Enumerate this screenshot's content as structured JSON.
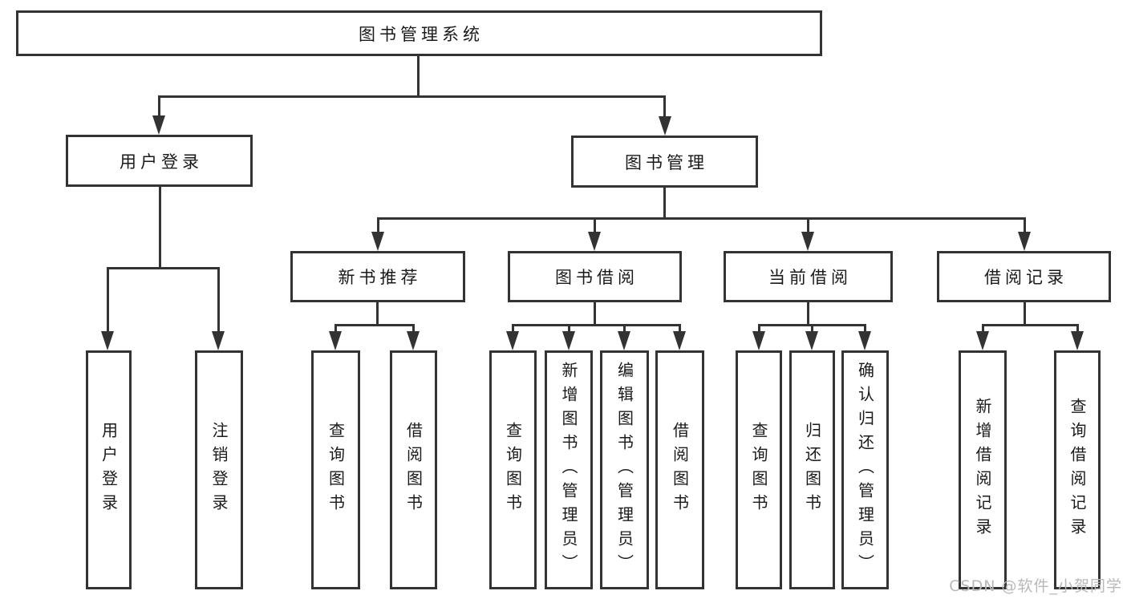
{
  "diagram": {
    "root": {
      "label": "图书管理系统"
    },
    "level2": [
      {
        "label": "用户登录"
      },
      {
        "label": "图书管理"
      }
    ],
    "level3": [
      {
        "label": "新书推荐"
      },
      {
        "label": "图书借阅"
      },
      {
        "label": "当前借阅"
      },
      {
        "label": "借阅记录"
      }
    ],
    "leaves": {
      "user_login": [
        "用户登录",
        "注销登录"
      ],
      "new_book": [
        "查询图书",
        "借阅图书"
      ],
      "borrow": [
        "查询图书",
        "新增图书（管理员）",
        "编辑图书（管理员）",
        "借阅图书"
      ],
      "current": [
        "查询图书",
        "归还图书",
        "确认归还（管理员）"
      ],
      "records": [
        "新增借阅记录",
        "查询借阅记录"
      ]
    },
    "watermark": "CSDN @软件_小贺同学",
    "colors": {
      "line": "#333333",
      "text": "#1a1a1a",
      "box_background": "#ffffff",
      "watermark": "#b9b9b9",
      "page_background": "#ffffff"
    }
  }
}
